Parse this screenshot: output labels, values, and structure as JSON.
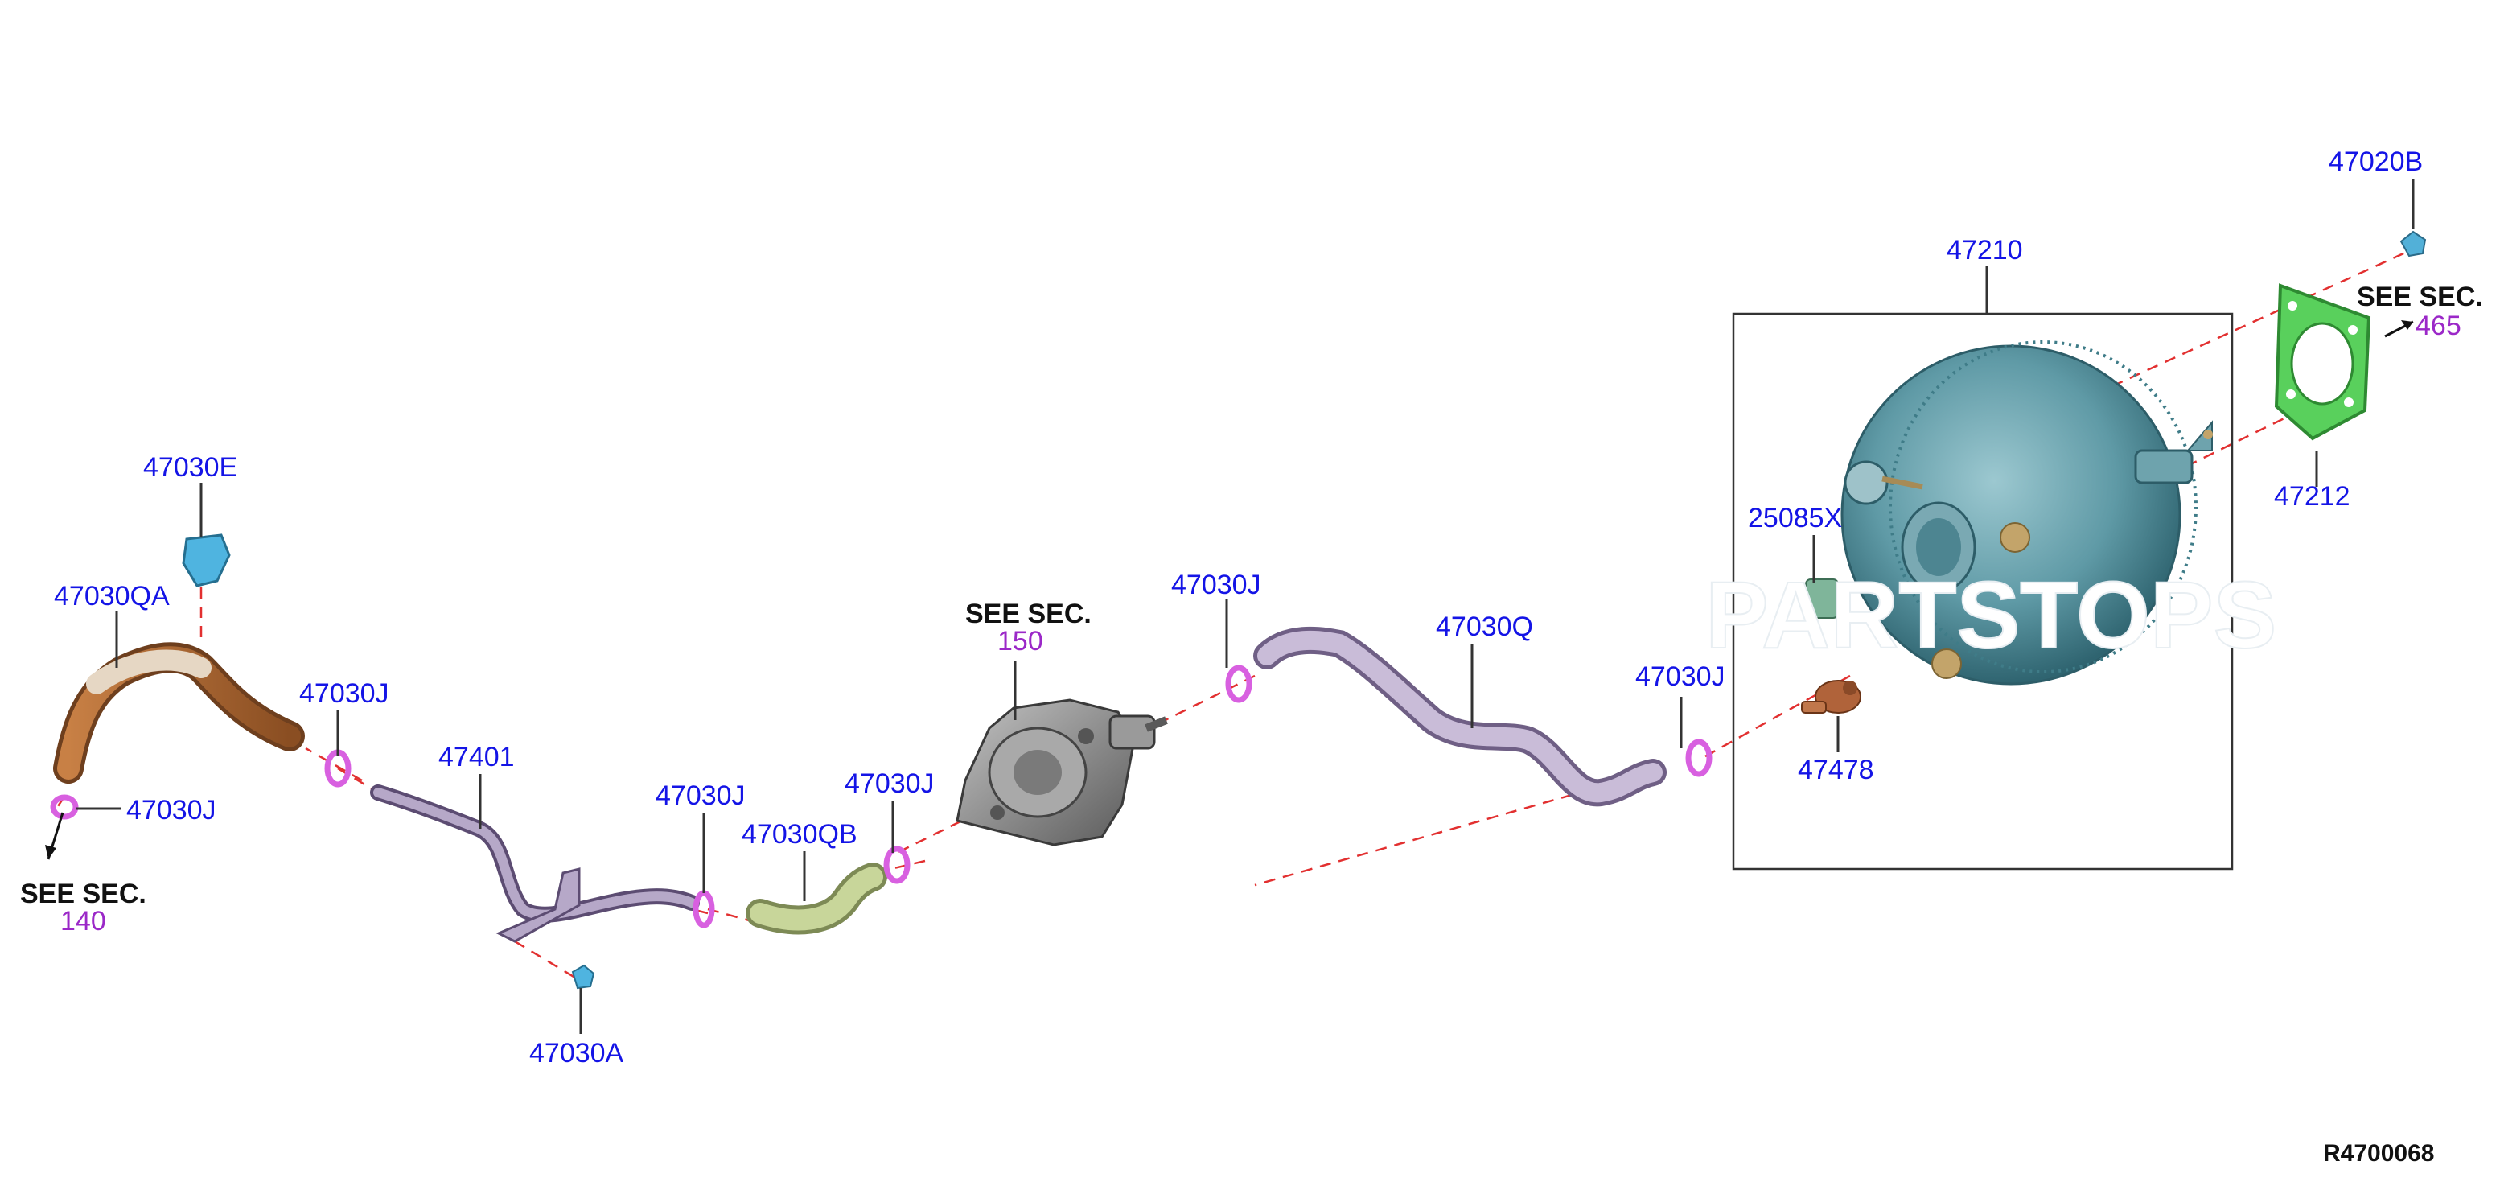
{
  "labels": {
    "p47020B": "47020B",
    "p47210": "47210",
    "p47212": "47212",
    "p25085X": "25085X",
    "p47478": "47478",
    "p47030J_r": "47030J",
    "p47030_hose": "47030Q",
    "p47030J_m": "47030J",
    "p47030J_c": "47030J",
    "p47030QB": "47030QB",
    "p47030J_l2": "47030J",
    "p47401": "47401",
    "p47030J_l1": "47030J",
    "p47030A": "47030A",
    "p47030E": "47030E",
    "p47030QA": "47030QA",
    "p47030J_bl": "47030J"
  },
  "see_sec": [
    {
      "label": "SEE SEC.",
      "number": "465"
    },
    {
      "label": "SEE SEC.",
      "number": "150"
    },
    {
      "label": "SEE SEC.",
      "number": "140"
    }
  ],
  "watermark": "PARTSTOPS",
  "reference_code": "R4700068",
  "colors": {
    "label": "#1414e6",
    "section_number": "#9b28c8",
    "booster": "#5f9aa6",
    "gasket": "#59d05c",
    "clamp": "#d860e0",
    "hose_lavender": "#b3a4c4",
    "hose_copper": "#b5703a",
    "hose_green": "#b9c98a",
    "pump": "#8e8e8e",
    "guide_line": "#e23030"
  }
}
